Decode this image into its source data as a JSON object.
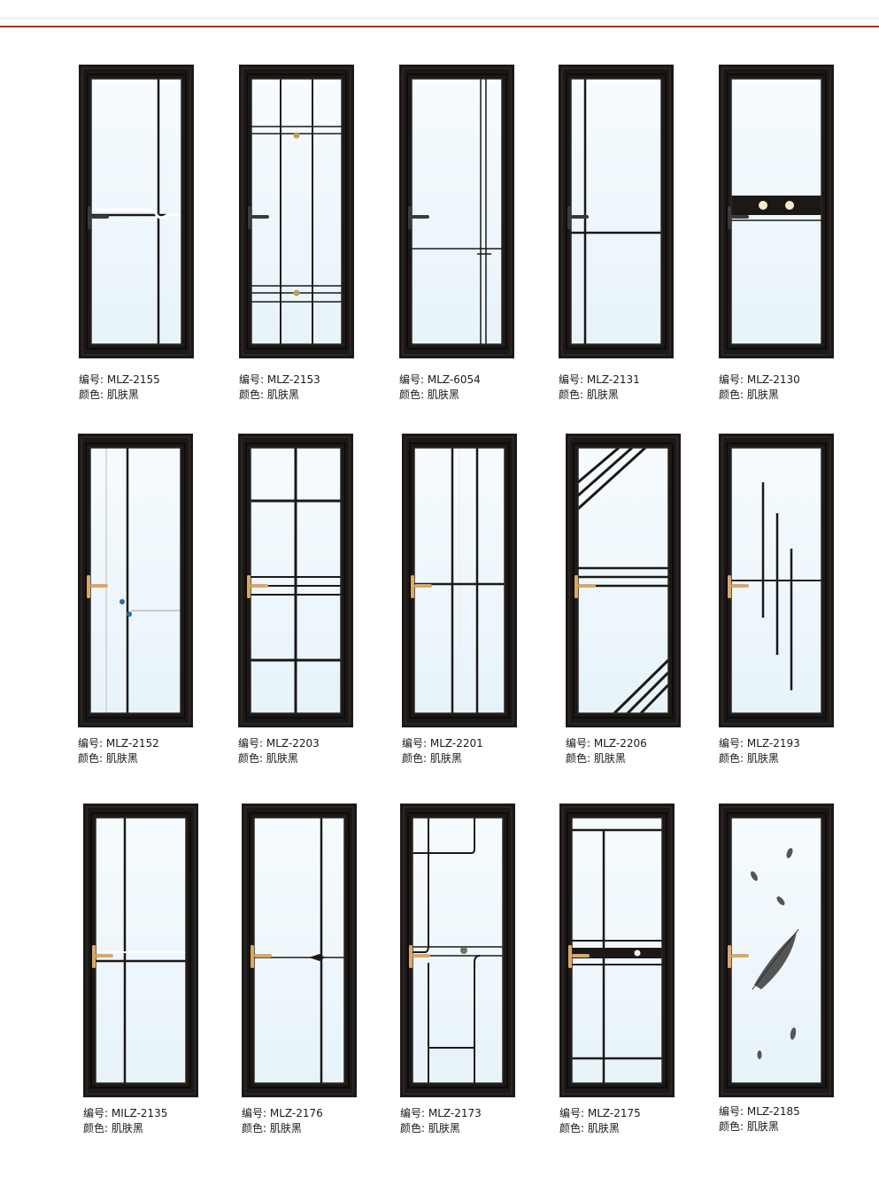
{
  "labels": {
    "code_prefix": "编号:",
    "color_prefix": "颜色:"
  },
  "doors": [
    {
      "code": "MLZ-2155",
      "color": "肌肤黑"
    },
    {
      "code": "MLZ-2153",
      "color": "肌肤黑"
    },
    {
      "code": "MLZ-6054",
      "color": "肌肤黑"
    },
    {
      "code": "MLZ-2131",
      "color": "肌肤黑"
    },
    {
      "code": "MLZ-2130",
      "color": "肌肤黑"
    },
    {
      "code": "MLZ-2152",
      "color": "肌肤黑"
    },
    {
      "code": "MLZ-2203",
      "color": "肌肤黑"
    },
    {
      "code": "MLZ-2201",
      "color": "肌肤黑"
    },
    {
      "code": "MLZ-2206",
      "color": "肌肤黑"
    },
    {
      "code": "MLZ-2193",
      "color": "肌肤黑"
    },
    {
      "code": "MILZ-2135",
      "color": "肌肤黑"
    },
    {
      "code": "MLZ-2176",
      "color": "肌肤黑"
    },
    {
      "code": "MLZ-2173",
      "color": "肌肤黑"
    },
    {
      "code": "MLZ-2175",
      "color": "肌肤黑"
    },
    {
      "code": "MLZ-2185",
      "color": "肌肤黑"
    }
  ],
  "colors": {
    "frame": "#1c1816",
    "glass": "#e7f3fa",
    "handle_row1": "#3a3a3a",
    "handle_gold": "#d9a867",
    "accent_red": "#c8211e"
  }
}
